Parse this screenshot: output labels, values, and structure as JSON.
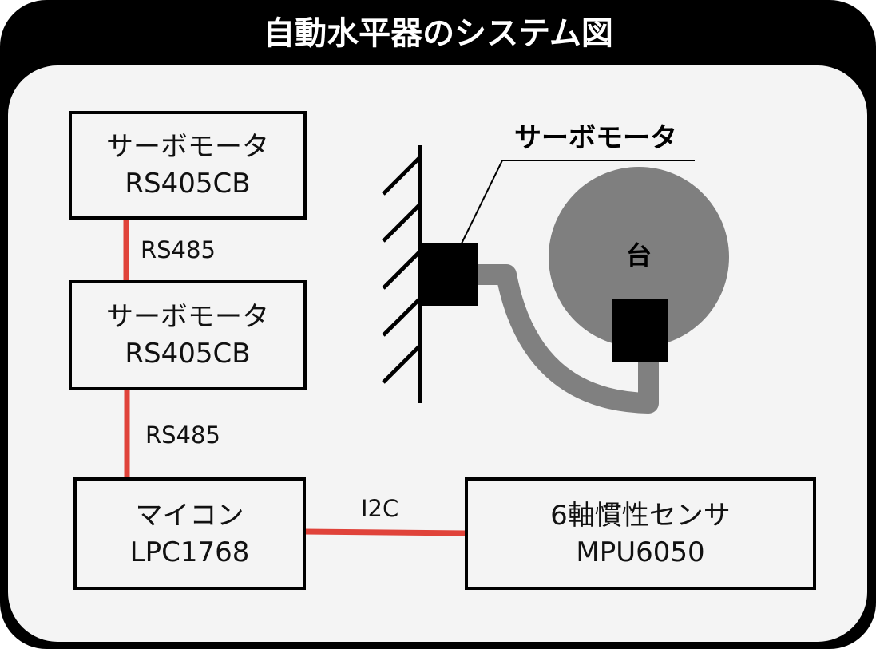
{
  "title": "自動水平器のシステム図",
  "blocks": {
    "servo_top": {
      "name": "サーボモータ",
      "model": "RS405CB"
    },
    "servo_mid": {
      "name": "サーボモータ",
      "model": "RS405CB"
    },
    "mcu": {
      "name": "マイコン",
      "model": "LPC1768"
    },
    "imu": {
      "name": "6軸慣性センサ",
      "model": "MPU6050"
    }
  },
  "links": {
    "servo_to_servo": "RS485",
    "servo_to_mcu": "RS485",
    "mcu_to_imu": "I2C"
  },
  "illustration": {
    "servo_label": "サーボモータ",
    "stage_label": "台"
  },
  "colors": {
    "link": "#e0433a",
    "arm": "#808080",
    "stage": "#7f7f7f",
    "frame": "#000000",
    "panel": "#f4f4f4"
  }
}
